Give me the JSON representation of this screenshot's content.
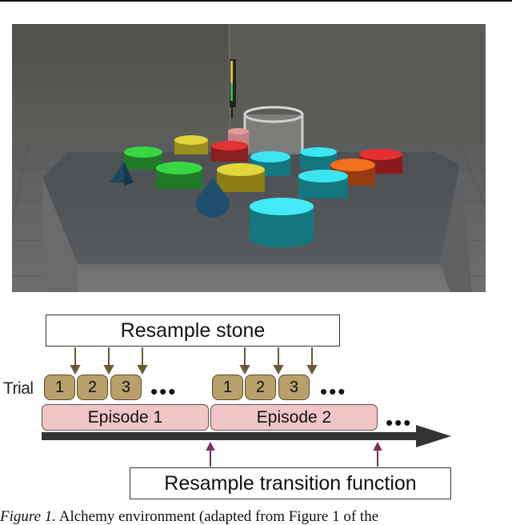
{
  "diagram": {
    "top_box": "Resample stone",
    "bottom_box": "Resample transition function",
    "trial_label": "Trial",
    "trials_ep1": [
      "1",
      "2",
      "3"
    ],
    "trials_ep2": [
      "1",
      "2",
      "3"
    ],
    "ellipsis": "•••",
    "episodes": [
      "Episode 1",
      "Episode 2"
    ]
  },
  "caption": {
    "lead": "Figure 1.",
    "text": " Alchemy environment (adapted from Figure 1 of the"
  },
  "colors": {
    "trial_fill": "#b7a06a",
    "episode_fill": "#f1c6c6",
    "stone_arrow": "#6b5a36",
    "transition_arrow": "#7a2f5a",
    "timeline": "#333333"
  }
}
